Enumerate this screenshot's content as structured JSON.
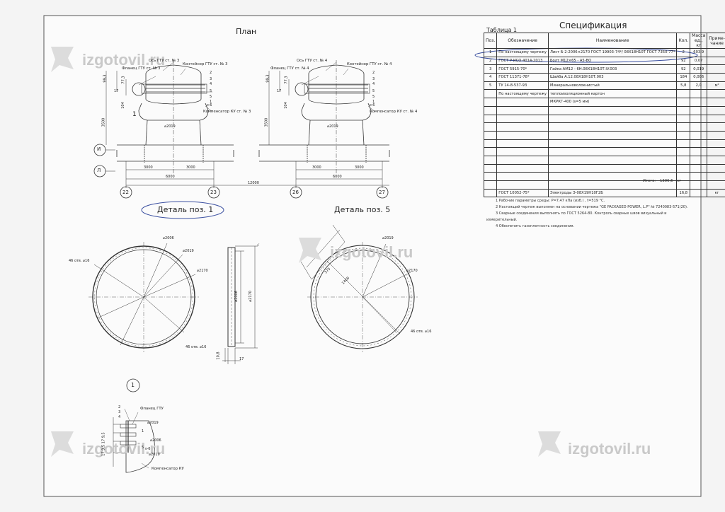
{
  "watermark": "izgotovil.ru",
  "plan": {
    "title": "План",
    "left": {
      "axis": "Ось ГТУ ст. № 3",
      "flange": "Фланец ГТУ ст. № 3",
      "container": "Контейнер ГТУ ст. № 3",
      "compensator": "Компенсатор КУ ст. № 3",
      "dia": "⌀2019",
      "d1": "99,3",
      "d2": "77,3",
      "d3": "17",
      "d4": "104",
      "d5": "3500",
      "callout": "1",
      "pos": [
        "2",
        "3",
        "4",
        "5",
        "5",
        "1"
      ],
      "weld": "⊳6"
    },
    "right": {
      "axis": "Ось ГТУ ст. № 4",
      "flange": "Фланец ГТУ ст. № 4",
      "container": "Контейнер ГТУ ст. № 4",
      "compensator": "Компенсатор КУ ст. № 4",
      "dia": "⌀2019",
      "d1": "99,3",
      "d2": "77,3",
      "d3": "17",
      "d4": "104",
      "d5": "3500",
      "pos": [
        "2",
        "3",
        "4",
        "5",
        "5",
        "1"
      ],
      "weld": "⊳6"
    },
    "rows": [
      "И",
      "Л"
    ],
    "dims": {
      "half_l": "3000",
      "half_r": "3000",
      "full_l": "6000",
      "full_r": "6000",
      "half_l2": "3000",
      "half_r2": "3000",
      "total": "12000"
    },
    "axes": [
      "22",
      "23",
      "26",
      "27"
    ]
  },
  "detail1": {
    "title": "Деталь поз. 1",
    "d_in": "⌀2006",
    "d_mid": "⌀2019",
    "d_out": "⌀2170",
    "holes": "46 отв. ⌀16",
    "section_holes": "46 отв. ⌀16",
    "section_d1": "⌀2006",
    "section_d2": "⌀2170",
    "section_t": "17",
    "section_h": "10,8",
    "section_mark": "√"
  },
  "detail5": {
    "title": "Деталь поз. 5",
    "d_in": "⌀2019",
    "d_out": "⌀2170",
    "chord1": "375",
    "chord2": "1408",
    "holes": "46 отв. ⌀16"
  },
  "node1": {
    "num": "1",
    "flange": "Фланец ГТУ",
    "d1": "⌀2019",
    "d2": "⌀2006",
    "d3": "⌀2019",
    "compensator": "Компенсатор КУ",
    "pos": [
      "2",
      "3",
      "4",
      "5",
      "1"
    ],
    "weld": "⊳6",
    "side_dims": "17 9,5 17 9,5"
  },
  "spec": {
    "title": "Спецификация",
    "table_label": "Таблица 1",
    "headers": [
      "Поз.",
      "Обозначение",
      "Наименование",
      "Кол.",
      "Масса ед., кг",
      "Приме-чание"
    ],
    "rows": [
      [
        "1",
        "По настоящему чертежу",
        "Лист Б-2-2006×2170 ГОСТ 19903-74*/ 08Х18Н10Т ГОСТ 7350-77*",
        "2",
        "603,9",
        ""
      ],
      [
        "2",
        "ГОСТ Р ИСО 4014-2013",
        "Болт М12×65 - А5-ВО",
        "92",
        "0,07",
        ""
      ],
      [
        "3",
        "ГОСТ 5915-70*",
        "Гайка АМ12 - 6Н.08Х18Н10Т.IV.003",
        "92",
        "0,019",
        ""
      ],
      [
        "4",
        "ГОСТ 11371-78*",
        "Шайба А.12.08Х18Н10Т.003",
        "184",
        "0,006",
        ""
      ],
      [
        "5",
        "ТУ 14-8-537-93",
        "Минеральноволокнистый",
        "5,8",
        "2,0",
        "м²"
      ],
      [
        "",
        "По настоящему чертежу",
        "теплоизоляционный картон",
        "",
        "",
        ""
      ],
      [
        "",
        "",
        "МКРКГ-400 (s=5 мм)",
        "",
        "",
        ""
      ],
      [
        "",
        "",
        "",
        "",
        "",
        ""
      ],
      [
        "",
        "",
        "",
        "",
        "",
        ""
      ],
      [
        "",
        "",
        "",
        "",
        "",
        ""
      ],
      [
        "",
        "",
        "",
        "",
        "",
        ""
      ],
      [
        "",
        "",
        "",
        "",
        "",
        ""
      ],
      [
        "",
        "",
        "",
        "",
        "",
        ""
      ],
      [
        "",
        "",
        "",
        "",
        "",
        ""
      ],
      [
        "",
        "",
        "",
        "",
        "",
        ""
      ],
      [
        "",
        "",
        "",
        "",
        "",
        ""
      ],
      [
        "",
        "",
        "",
        "",
        "",
        ""
      ],
      [
        "",
        "ГОСТ 10052-75*",
        "Электроды Э-08Х19Н10Г2Б",
        "16,8",
        "",
        "кг"
      ]
    ],
    "total_label": "Итого:",
    "total_value": "1396,6",
    "total_unit": "кг"
  },
  "notes": [
    "1  Рабочие параметры среды: Р=7,47 кПа (изб.) , t=519 °С.",
    "2  Настоящий чертеж выполнен на основании чертежа \"GE PACKAGED POWER, L.P\" № 7240083-571(20).",
    "3  Сварные соединения выполнять по ГОСТ 5264-80. Контроль сварных швов визуальный и",
    "измерительный.",
    "4  Обеспечить газоплотность соединения."
  ]
}
